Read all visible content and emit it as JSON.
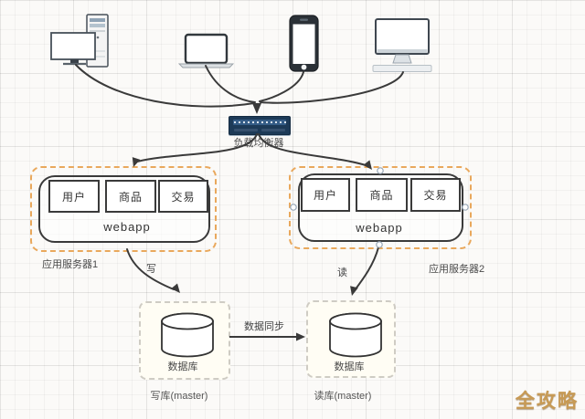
{
  "diagram": {
    "clients": [
      {
        "icon": "desktop-computer-icon"
      },
      {
        "icon": "laptop-icon"
      },
      {
        "icon": "smartphone-icon"
      },
      {
        "icon": "monitor-keyboard-icon"
      }
    ],
    "load_balancer": {
      "label": "负载均衡器"
    },
    "app_servers": [
      {
        "label": "应用服务器1",
        "modules": [
          "用户",
          "商品",
          "交易"
        ],
        "platform": "webapp"
      },
      {
        "label": "应用服务器2",
        "modules": [
          "用户",
          "商品",
          "交易"
        ],
        "platform": "webapp"
      }
    ],
    "databases": [
      {
        "label": "数据库",
        "caption": "写库(master)"
      },
      {
        "label": "数据库",
        "caption": "读库(master)"
      }
    ],
    "arrows": {
      "write": "写",
      "read": "读",
      "sync": "数据同步"
    },
    "colors": {
      "group_dash": "#e9a85c",
      "load_balancer": "#1d3a57",
      "line": "#3a3a3a",
      "watermark_gold": "#c79a55"
    }
  },
  "watermark": {
    "text": "全攻略"
  }
}
